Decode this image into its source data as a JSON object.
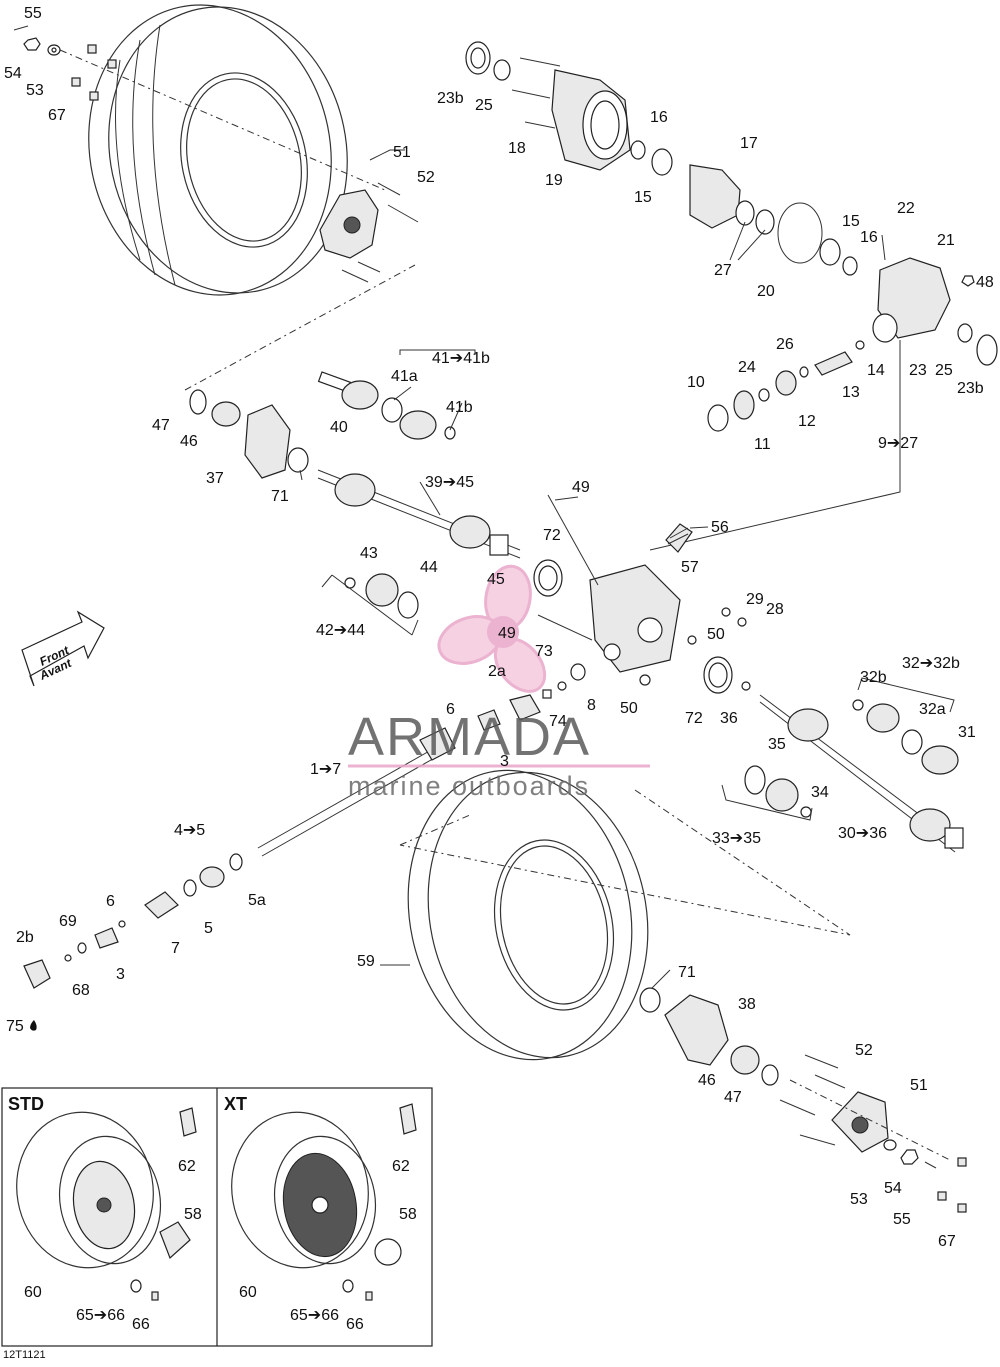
{
  "labels": {
    "c55": "55",
    "c54": "54",
    "c53": "53",
    "c67": "67",
    "c51": "51",
    "c52": "52",
    "c23b": "23b",
    "c25": "25",
    "c18": "18",
    "c19": "19",
    "c16": "16",
    "c17": "17",
    "c15": "15",
    "c27": "27",
    "c20": "20",
    "c15b": "15",
    "c16b": "16",
    "c22": "22",
    "c21": "21",
    "c48": "48",
    "c23": "23",
    "c25b": "25",
    "c23b2": "23b",
    "c26": "26",
    "c24": "24",
    "c10": "10",
    "c14": "14",
    "c13": "13",
    "c12": "12",
    "c11": "11",
    "c9": "9➔27",
    "c41": "41➔41b",
    "c41a": "41a",
    "c41b": "41b",
    "c40": "40",
    "c47": "47",
    "c46": "46",
    "c37": "37",
    "c71": "71",
    "c39": "39➔45",
    "c49": "49",
    "c56": "56",
    "c72": "72",
    "c57": "57",
    "c43": "43",
    "c44": "44",
    "c42": "42➔44",
    "c45": "45",
    "c29": "29",
    "c28": "28",
    "c50": "50",
    "c49b": "49",
    "c73": "73",
    "c2a": "2a",
    "c8": "8",
    "c74": "74",
    "c50b": "50",
    "c72b": "72",
    "c36": "36",
    "c32": "32➔32b",
    "c32b": "32b",
    "c32a": "32a",
    "c31": "31",
    "c35": "35",
    "c34": "34",
    "c33": "33➔35",
    "c30": "30➔36",
    "c6": "6",
    "c3": "3",
    "c1": "1➔7",
    "c4": "4➔5",
    "c5a": "5a",
    "c5": "5",
    "c6b": "6",
    "c7": "7",
    "c69": "69",
    "c2b": "2b",
    "c3b": "3",
    "c68": "68",
    "c75": "75",
    "c59": "59",
    "c71b": "71",
    "c38": "38",
    "c52b": "52",
    "c46b": "46",
    "c47b": "47",
    "c51b": "51",
    "c53b": "53",
    "c54b": "54",
    "c55b": "55",
    "c67b": "67",
    "c62": "62",
    "c58": "58",
    "c60": "60",
    "c65": "65➔66",
    "c66": "66",
    "c62b": "62",
    "c58b": "58",
    "c60b": "60",
    "c65b": "65➔66",
    "c66b": "66"
  },
  "panels": {
    "std": "STD",
    "xt": "XT"
  },
  "front_arrow": {
    "line1": "Front",
    "line2": "Avant"
  },
  "watermark": {
    "name": "ARMADA",
    "tagline": "marine outboards",
    "accent": "#e8a6c8"
  },
  "figure_ref": "12T1121",
  "colors": {
    "ink": "#222222",
    "watermark_pink": "#e8a6c8",
    "watermark_text": "#5a5a5a"
  }
}
